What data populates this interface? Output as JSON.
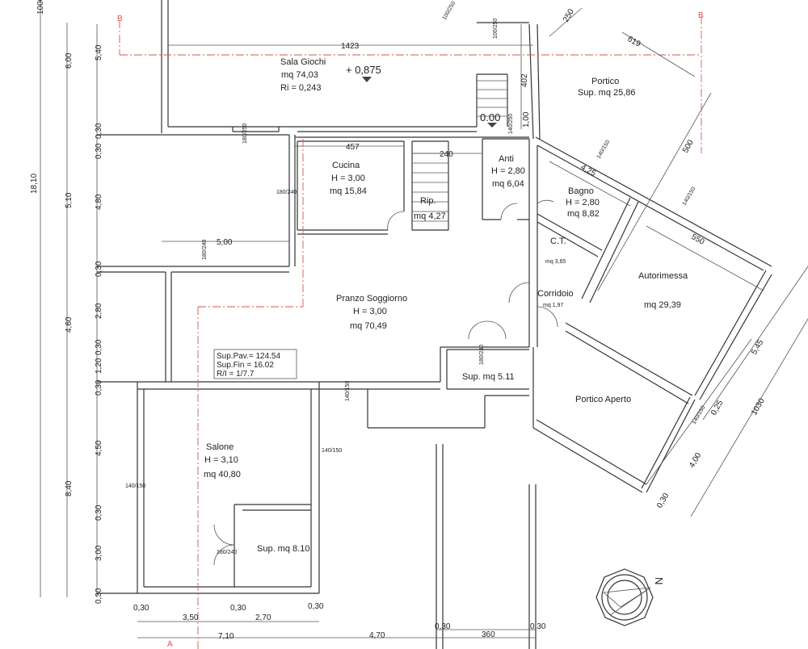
{
  "rooms": {
    "sala_giochi": {
      "name": "Sala Giochi",
      "area": "mq 74,03",
      "ri": "Ri = 0,243"
    },
    "cucina": {
      "name": "Cucina",
      "height": "H = 3,00",
      "area": "mq 15,84"
    },
    "rip": {
      "name": "Rip.",
      "area": "mq 4,27"
    },
    "anti": {
      "name": "Anti",
      "height": "H = 2,80",
      "area": "mq 6,04"
    },
    "bagno": {
      "name": "Bagno",
      "height": "H = 2,80",
      "area": "mq 8,82"
    },
    "ct": {
      "name": "C.T.",
      "area": "mq 3,65"
    },
    "corridoio": {
      "name": "Corridoio",
      "area": "mq 1,97"
    },
    "portico": {
      "name": "Portico",
      "area": "Sup. mq 25,86"
    },
    "autorimessa": {
      "name": "Autorimessa",
      "area": "mq 29,39"
    },
    "pranzo": {
      "name": "Pranzo Soggiorno",
      "height": "H = 3,00",
      "area": "mq 70,49"
    },
    "sup511": {
      "area": "Sup. mq 5.11"
    },
    "portico_aperto": {
      "name": "Portico Aperto"
    },
    "salone": {
      "name": "Salone",
      "height": "H = 3,10",
      "area": "mq 40,80"
    },
    "sup810": {
      "area": "Sup. mq 8.10"
    }
  },
  "summary": {
    "sup_pav": "Sup.Pav.= 124.54",
    "sup_fin": "Sup.Fin = 16.02",
    "ri": "R/I =  1/7.7"
  },
  "levels": {
    "upper": "+ 0,875",
    "ground": "0.00"
  },
  "sections": {
    "b_left": "B",
    "b_right": "B",
    "a": "A"
  },
  "compass": {
    "label": "N"
  },
  "dims": {
    "left_outer": [
      "1000",
      "18,10"
    ],
    "left_mid": [
      "6,00",
      "5,10",
      "4,60",
      "8,40"
    ],
    "left_inner": [
      "5,40",
      "0,30",
      "0,30",
      "4,80",
      "0,30",
      "2,80",
      "0,30",
      "1,20",
      "0,30",
      "4,50",
      "0,30",
      "3,00",
      "0,30"
    ],
    "bottom": [
      "0,30",
      "0,30",
      "0,30",
      "3,50",
      "2,70",
      "7,10",
      "4,70",
      "0,30",
      "360",
      "0,30"
    ],
    "interior": [
      "1423",
      "457",
      "240",
      "5,00",
      "402",
      "1,00"
    ],
    "oblique": [
      "250",
      "619",
      "500",
      "4,25",
      "550",
      "5,45",
      "1030",
      "0,25",
      "4,00",
      "0,30"
    ]
  },
  "openings": [
    "180/250",
    "180/240",
    "180/240",
    "140/250",
    "140/150",
    "140/150",
    "180/240",
    "140/150",
    "140/150",
    "140/150",
    "180/240",
    "140/150",
    "100/250",
    "100/250"
  ]
}
